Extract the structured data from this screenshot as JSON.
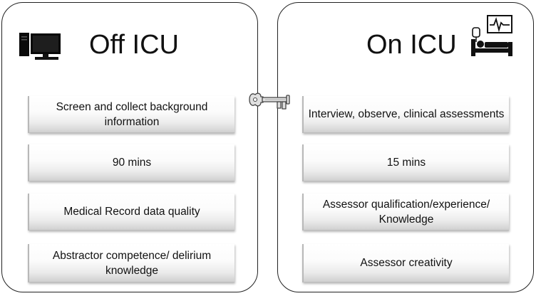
{
  "left_panel": {
    "title": "Off ICU",
    "icon": "computer-icon",
    "boxes": [
      "Screen and collect background information",
      "90 mins",
      "Medical Record data quality",
      "Abstractor competence/ delirium knowledge"
    ]
  },
  "right_panel": {
    "title": "On ICU",
    "icon": "hospital-bed-icon",
    "boxes": [
      "Interview, observe, clinical assessments",
      "15 mins",
      "Assessor qualification/experience/ Knowledge",
      "Assessor creativity"
    ]
  },
  "connector": {
    "icon": "key-icon"
  },
  "colors": {
    "panel_border": "#222222",
    "text": "#111111",
    "box_gradient_end": "#d0d0d0",
    "key_fill": "#e0e0e0"
  }
}
